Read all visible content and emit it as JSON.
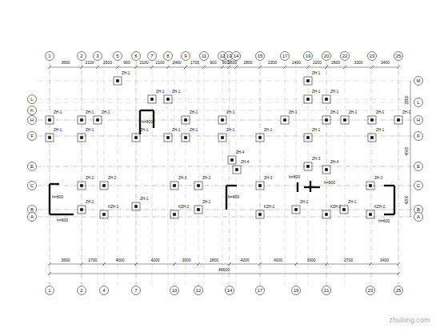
{
  "diagram": {
    "labels": [
      "1",
      "2",
      "3",
      "5",
      "6",
      "7",
      "8",
      "9",
      "11",
      "12",
      "13",
      "14",
      "15",
      "17",
      "19",
      "20",
      "22",
      "23",
      "25",
      "1",
      "2",
      "4",
      "7",
      "10",
      "12",
      "14",
      "17",
      "19",
      "21",
      "23",
      "25",
      "L",
      "K",
      "H",
      "F",
      "E",
      "C",
      "B",
      "A",
      "M",
      "L",
      "H",
      "F",
      "E",
      "C",
      "B",
      "A",
      "3600",
      "2100",
      "2500",
      "900",
      "2100",
      "2100",
      "2400",
      "1700",
      "900",
      "900",
      "2800",
      "2800",
      "2300",
      "2400",
      "2200",
      "2600",
      "3300",
      "3400",
      "3600",
      "2700",
      "4000",
      "4200",
      "3000",
      "2800",
      "4200",
      "4000",
      "3000",
      "2700",
      "3400",
      "46600",
      "2800",
      "4500",
      "4200",
      "ZH-1",
      "ZH-1",
      "ZH-1",
      "ZH-1",
      "ZH-1",
      "ZH-1",
      "ZH-1",
      "ZH-1",
      "ZH-1",
      "ZH-1",
      "ZH-1",
      "ZH-1",
      "ZH-1",
      "ZH-1",
      "ZH-1",
      "ZH-1",
      "ZH-1",
      "ZH-1",
      "ZH-1",
      "ZH-1",
      "ZH-1",
      "ZH-1",
      "ZH-1",
      "ZH-1",
      "ZH-1",
      "ZH-4",
      "ZH-4",
      "ZH-3",
      "ZH-4",
      "ZH-2",
      "ZH-2",
      "ZH-3",
      "ZH-2",
      "ZH-3",
      "ZH-3",
      "ZH-2",
      "KZH-1",
      "ZH-1",
      "KZH-2",
      "ZH-1",
      "KZH-2",
      "ZH-1",
      "KZH-2",
      "ZH-1",
      "KZH-2",
      "h=800",
      "h=600",
      "h=800",
      "h=800",
      "h=800",
      "h=800",
      "h=600",
      "zhulong.com"
    ]
  }
}
